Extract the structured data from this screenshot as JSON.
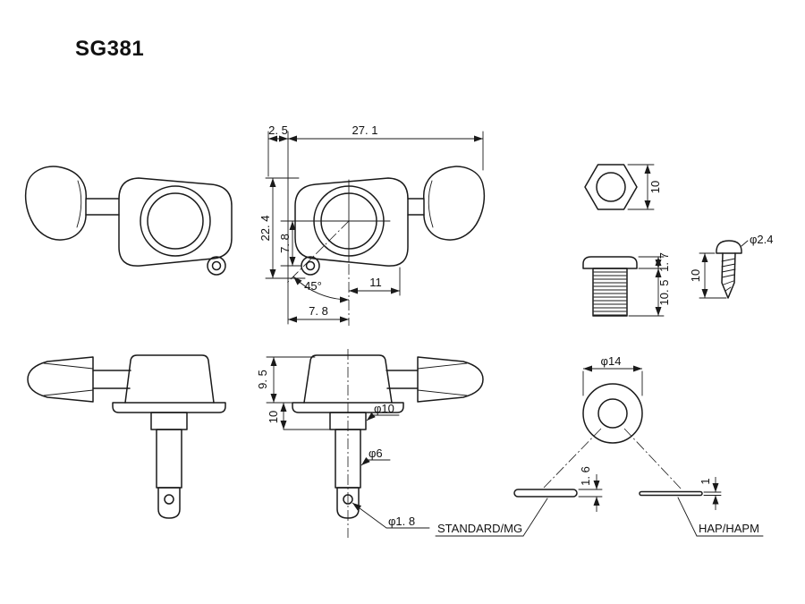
{
  "title": "SG381",
  "colors": {
    "line": "#1a1a1a",
    "background": "#ffffff"
  },
  "top_view": {
    "dim_offset": "2. 5",
    "dim_overall": "27. 1",
    "dim_height": "22. 4",
    "dim_center_to_hole": "7. 8",
    "dim_angle": "45°",
    "dim_center_to_edge": "11",
    "dim_hole_offset": "7. 8"
  },
  "nut": {
    "dim_across_flats": "10"
  },
  "bushing": {
    "dim_flange": "1. 7",
    "dim_body": "10. 5"
  },
  "screw": {
    "dim_diameter": "φ2.4",
    "dim_length": "10"
  },
  "front_view": {
    "dim_button": "9. 5",
    "dim_post_top": "10",
    "dim_post_dia": "φ10",
    "dim_shaft_dia": "φ6",
    "dim_hole_dia": "φ1. 8"
  },
  "washer": {
    "dim_outer_dia": "φ14",
    "dim_standard_thickness": "1. 6",
    "dim_hap_thickness": "1",
    "label_standard": "STANDARD/MG",
    "label_hap": "HAP/HAPM"
  }
}
